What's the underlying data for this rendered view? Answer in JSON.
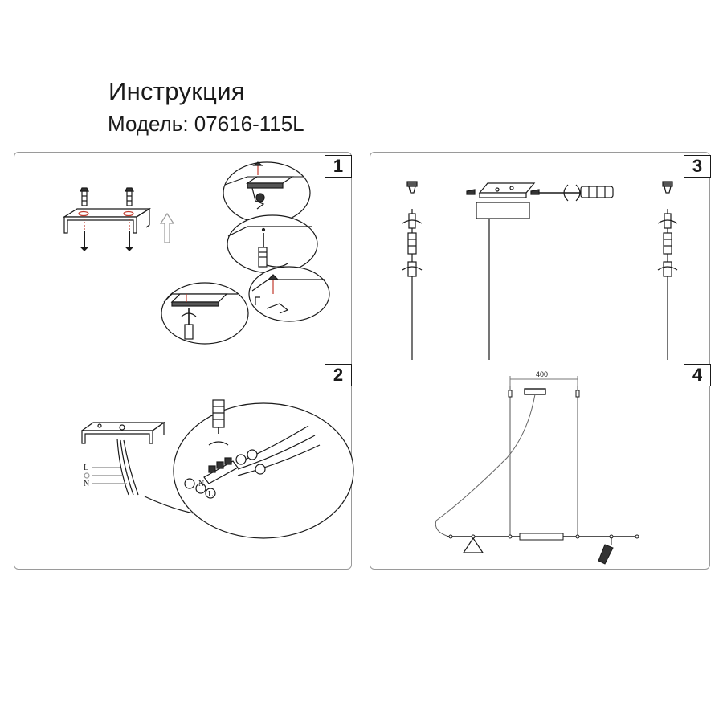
{
  "header": {
    "title": "Инструкция",
    "model": "Модель: 07616-115L"
  },
  "steps": [
    {
      "number": "1"
    },
    {
      "number": "2"
    },
    {
      "number": "3"
    },
    {
      "number": "4"
    }
  ],
  "step2": {
    "wire_labels": [
      "L",
      "",
      "N"
    ],
    "terminal_labels": [
      "N",
      "L"
    ]
  },
  "step4": {
    "dimension": "400"
  }
}
